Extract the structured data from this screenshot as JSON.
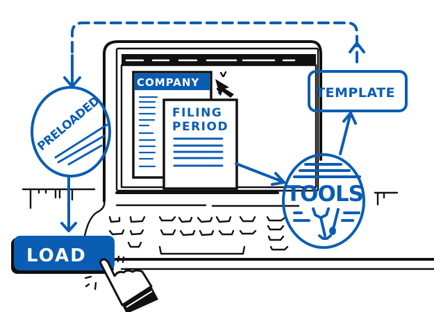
{
  "colors": {
    "accent": "#0a5db3",
    "ink": "#111111",
    "background": "#ffffff"
  },
  "diagram": {
    "company_window": {
      "title": "COMPANY"
    },
    "filing_period_card": {
      "title_line1": "FILING",
      "title_line2": "PERIOD"
    },
    "template_box": {
      "label": "TEMPLATE"
    },
    "tools_circle": {
      "label": "TOOLS",
      "icon": "wrench-screwdriver-icon"
    },
    "preloaded_circle": {
      "label": "PRELOADED"
    },
    "load_button": {
      "label": "LOAD"
    },
    "cursor": {
      "icon": "mouse-pointer-icon"
    },
    "hand": {
      "icon": "pointing-hand-icon"
    }
  },
  "flow": [
    {
      "from": "FILING PERIOD",
      "to": "TOOLS"
    },
    {
      "from": "TOOLS",
      "to": "TEMPLATE"
    },
    {
      "from": "TEMPLATE",
      "to": "PRELOADED",
      "style": "dashed"
    },
    {
      "from": "PRELOADED",
      "to": "LOAD"
    }
  ]
}
